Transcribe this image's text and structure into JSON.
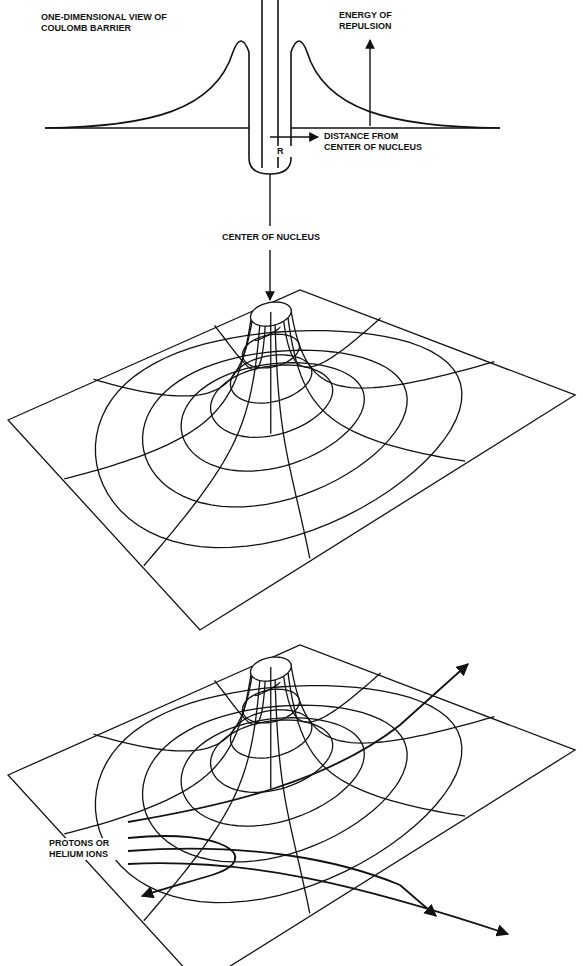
{
  "diagram": {
    "labels": [
      "ONE-DIMENSIONAL VIEW OF COULOMB BARRIER",
      "ENERGY OF REPULSION",
      "DISTANCE FROM CENTER OF NUCLEUS",
      "R",
      "CENTER OF NUCLEUS",
      "PROTONS OR HELIUM IONS"
    ]
  }
}
